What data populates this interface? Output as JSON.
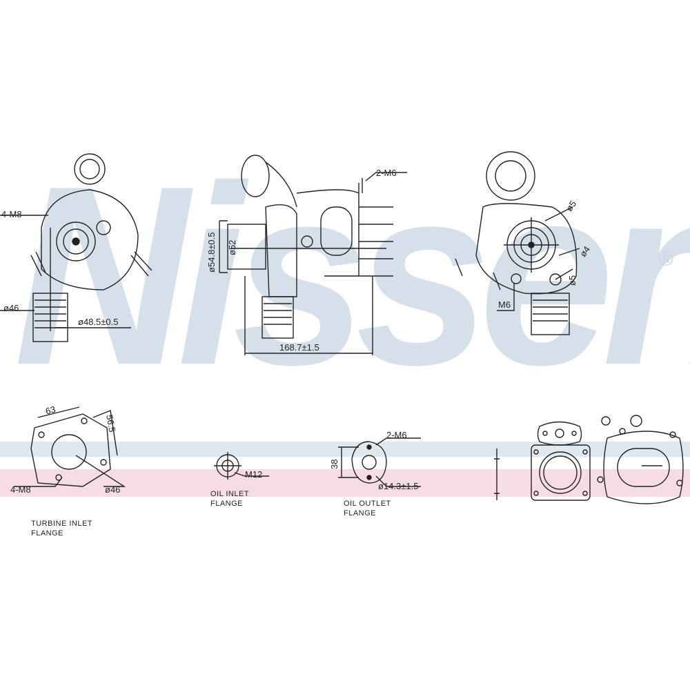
{
  "watermark": {
    "brand": "Nissens",
    "registered": "®"
  },
  "colors": {
    "watermark": "#d6e0ea",
    "band_blue": "#dfe7ef",
    "band_pink": "#f5dde3",
    "line": "#222222"
  },
  "views": {
    "left": {
      "labels": {
        "bolts": "4-M8",
        "inlet_dia": "ø46",
        "outlet_dia": "ø48.5±0.5"
      }
    },
    "side": {
      "labels": {
        "studs": "2-M6",
        "outer_dia": "ø54.8±0.5",
        "inner_dia": "ø52",
        "length": "168.7±1.5"
      }
    },
    "right": {
      "labels": {
        "d1": "ø5",
        "d2": "ø4",
        "d3": "ø5",
        "thread": "M6"
      }
    }
  },
  "flanges": [
    {
      "caption": [
        "TURBINE  INLET",
        "FLANGE"
      ],
      "labels": {
        "width": "63",
        "height": "56.5",
        "bolts": "4-M8",
        "dia": "ø46"
      }
    },
    {
      "caption": [
        "OIL  INLET",
        "FLANGE"
      ],
      "labels": {
        "thread": "M12"
      }
    },
    {
      "caption": [
        "OIL  OUTLET",
        "FLANGE"
      ],
      "labels": {
        "studs": "2-M6",
        "spacing": "38",
        "dia": "ø14.3±1.5"
      }
    }
  ]
}
